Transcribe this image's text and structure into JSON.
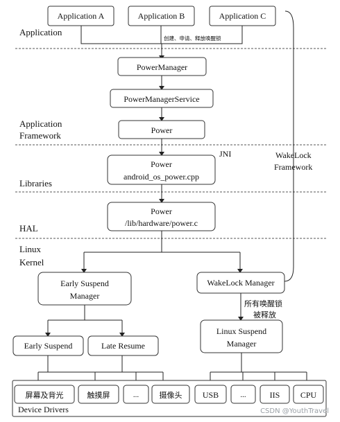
{
  "layers": {
    "application": "Application",
    "app_framework_1": "Application",
    "app_framework_2": "Framework",
    "libraries": "Libraries",
    "hal": "HAL",
    "linux_1": "Linux",
    "linux_2": "Kernel",
    "device_drivers": "Device Drivers"
  },
  "nodes": {
    "app_a": "Application A",
    "app_b": "Application B",
    "app_c": "Application C",
    "power_manager": "PowerManager",
    "power_manager_service": "PowerManagerService",
    "power": "Power",
    "power_jni_1": "Power",
    "power_jni_2": "android_os_power.cpp",
    "power_hal_1": "Power",
    "power_hal_2": "/lib/hardware/power.c",
    "early_suspend_manager_1": "Early Suspend",
    "early_suspend_manager_2": "Manager",
    "wakelock_manager": "WakeLock Manager",
    "early_suspend": "Early Suspend",
    "late_resume": "Late Resume",
    "linux_suspend_manager_1": "Linux Suspend",
    "linux_suspend_manager_2": "Manager",
    "drv_screen": "屏幕及背光",
    "drv_touch": "触摸屏",
    "drv_dots_1": "...",
    "drv_camera": "摄像头",
    "drv_usb": "USB",
    "drv_dots_2": "...",
    "drv_iis": "IIS",
    "drv_cpu": "CPU"
  },
  "labels": {
    "create_request_release": "创建、申请、释放唤醒锁",
    "jni": "JNI",
    "wakelock_framework_1": "WakeLock",
    "wakelock_framework_2": "Framework",
    "all_wakelocks_1": "所有唤醒锁",
    "all_wakelocks_2": "被释放",
    "watermark": "CSDN @YouthTravel"
  }
}
